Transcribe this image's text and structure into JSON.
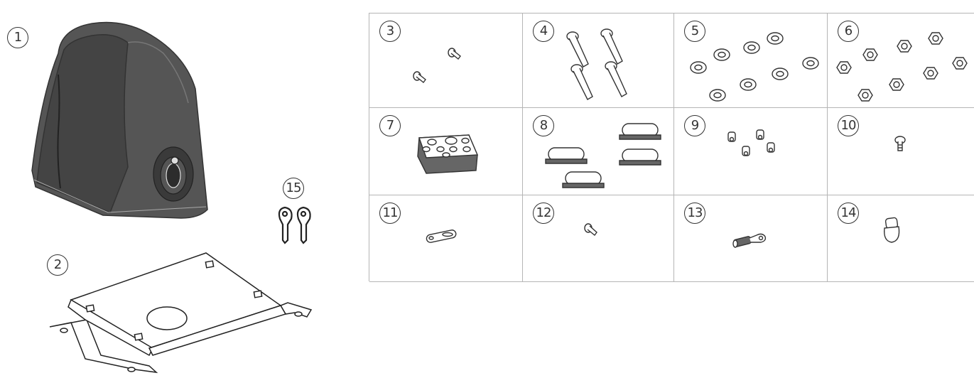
{
  "parts": [
    {
      "id": "1",
      "label": "1",
      "item": "motor-housing"
    },
    {
      "id": "2",
      "label": "2",
      "item": "mounting-base-plate"
    },
    {
      "id": "3",
      "label": "3",
      "item": "short-bolts"
    },
    {
      "id": "4",
      "label": "4",
      "item": "long-bolts"
    },
    {
      "id": "5",
      "label": "5",
      "item": "flat-washers"
    },
    {
      "id": "6",
      "label": "6",
      "item": "hex-nuts"
    },
    {
      "id": "7",
      "label": "7",
      "item": "cable-grommet"
    },
    {
      "id": "8",
      "label": "8",
      "item": "rubber-caps"
    },
    {
      "id": "9",
      "label": "9",
      "item": "small-spacers"
    },
    {
      "id": "10",
      "label": "10",
      "item": "screw"
    },
    {
      "id": "11",
      "label": "11",
      "item": "cable-clip"
    },
    {
      "id": "12",
      "label": "12",
      "item": "screw"
    },
    {
      "id": "13",
      "label": "13",
      "item": "ring-terminal"
    },
    {
      "id": "14",
      "label": "14",
      "item": "plug"
    },
    {
      "id": "15",
      "label": "15",
      "item": "keys"
    }
  ],
  "colors": {
    "line": "#333333",
    "grid": "#b5b5b5",
    "background": "#ffffff"
  }
}
